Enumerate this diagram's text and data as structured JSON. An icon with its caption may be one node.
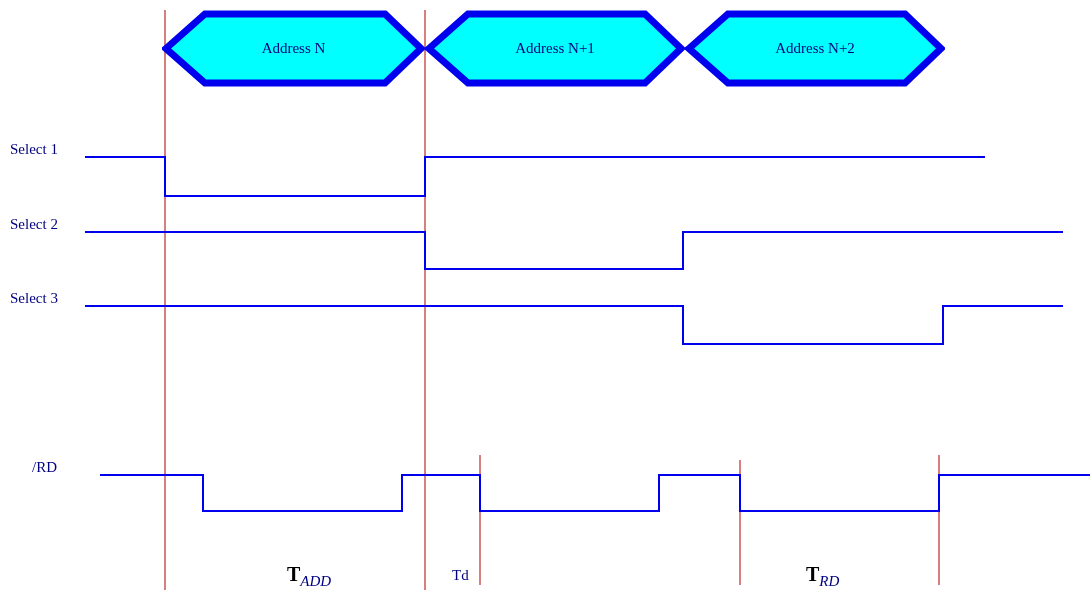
{
  "diagram": {
    "nodes": [
      {
        "text": [
          "Address N"
        ]
      },
      {
        "text": [
          "Address N+1"
        ]
      },
      {
        "text": [
          "Address N+2"
        ]
      }
    ],
    "labels": [
      "Select 1",
      "Select 2",
      "Select 3",
      "/RD",
      "**T**$_{ADD}$",
      "Td",
      "**T**$_{RD}$"
    ]
  }
}
